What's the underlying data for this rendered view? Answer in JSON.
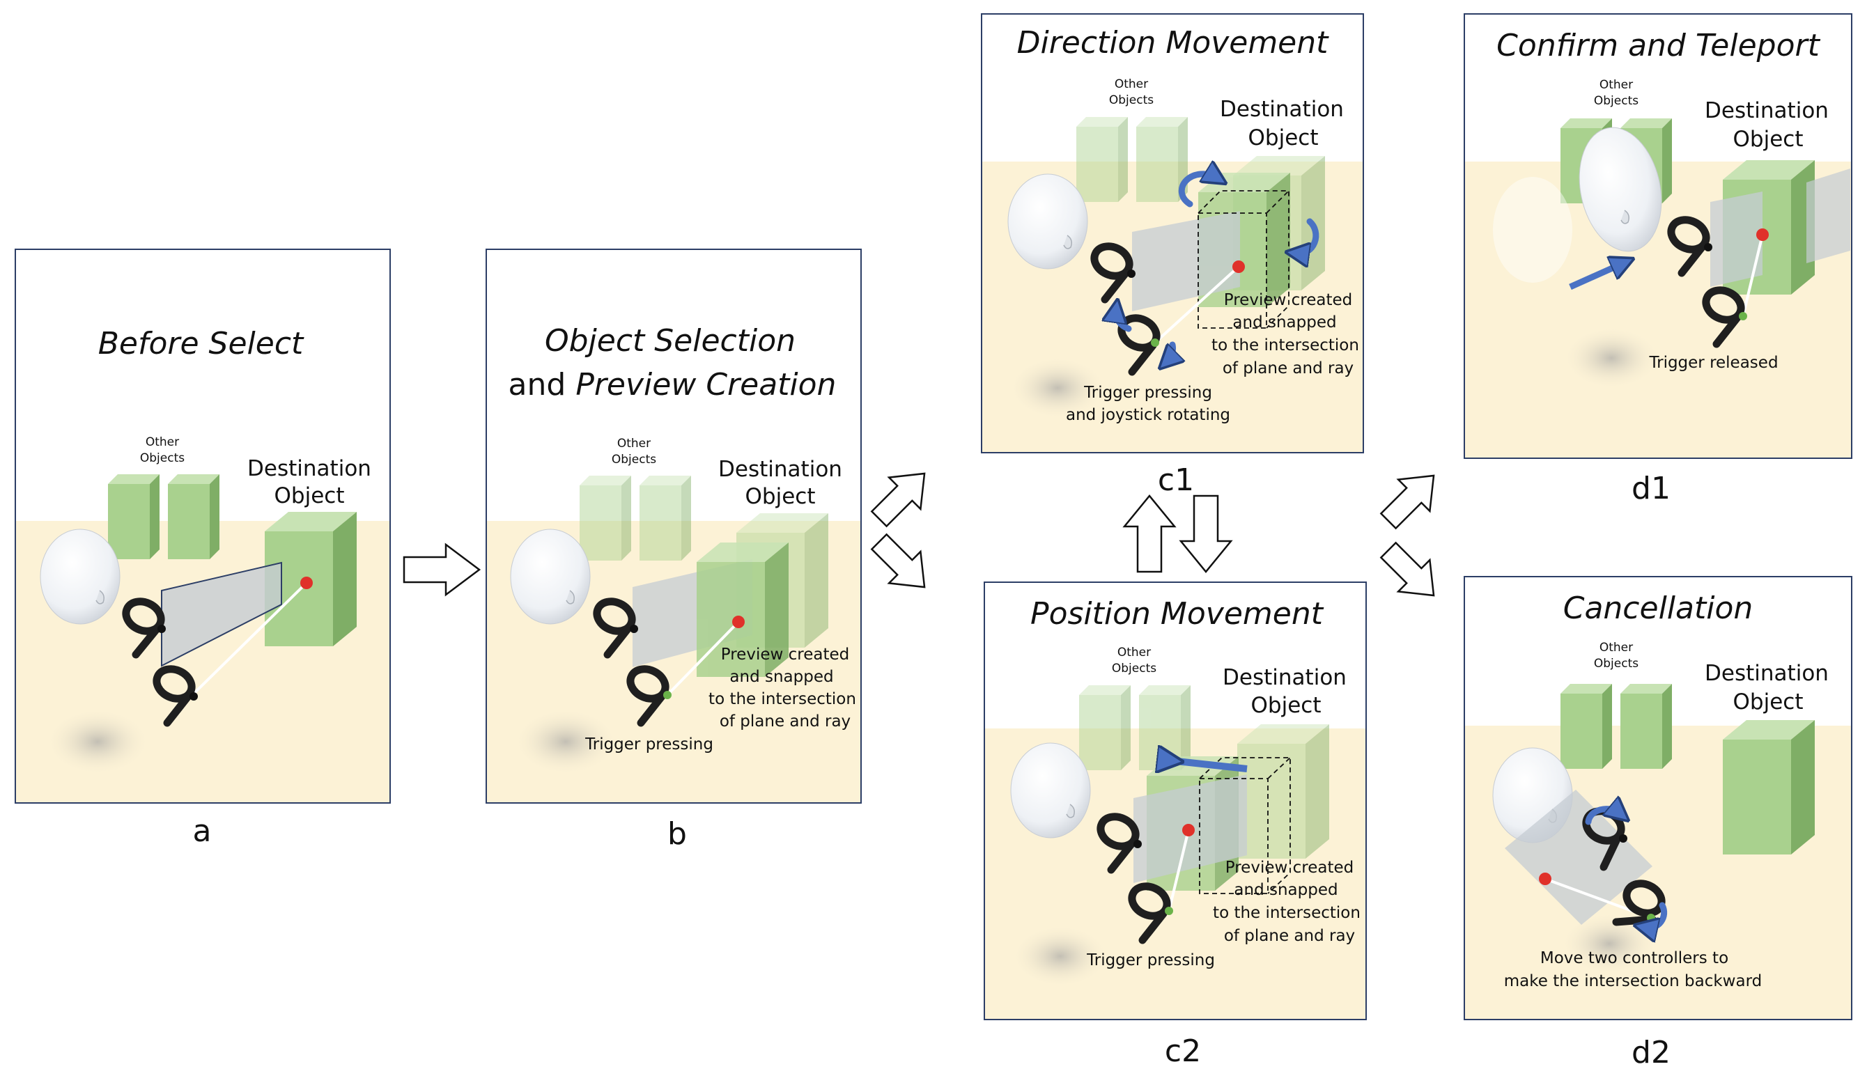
{
  "panels": {
    "a": {
      "title": "Before Select",
      "other_objects": [
        "Other",
        "Objects"
      ],
      "destination": [
        "Destination",
        "Object"
      ],
      "caption": [],
      "label": "a"
    },
    "b": {
      "title_line1": "Object Selection",
      "title_line2_plain": "and ",
      "title_line2_italic": "Preview Creation",
      "other_objects": [
        "Other",
        "Objects"
      ],
      "destination": [
        "Destination",
        "Object"
      ],
      "preview_text": [
        "Preview created",
        "and snapped",
        "to the intersection",
        "of plane and ray"
      ],
      "caption": [
        "Trigger pressing"
      ],
      "label": "b"
    },
    "c1": {
      "title": "Direction Movement",
      "other_objects": [
        "Other",
        "Objects"
      ],
      "destination": [
        "Destination",
        "Object"
      ],
      "preview_text": [
        "Preview created",
        "and snapped",
        "to the intersection",
        "of plane and ray"
      ],
      "caption": [
        "Trigger pressing",
        "and joystick rotating"
      ],
      "label": "c1"
    },
    "c2": {
      "title": "Position Movement",
      "other_objects": [
        "Other",
        "Objects"
      ],
      "destination": [
        "Destination",
        "Object"
      ],
      "preview_text": [
        "Preview created",
        "and snapped",
        "to the intersection",
        "of plane and ray"
      ],
      "caption": [
        "Trigger pressing"
      ],
      "label": "c2"
    },
    "d1": {
      "title": "Confirm and Teleport",
      "other_objects": [
        "Other",
        "Objects"
      ],
      "destination": [
        "Destination",
        "Object"
      ],
      "caption": [
        "Trigger released"
      ],
      "label": "d1"
    },
    "d2": {
      "title": "Cancellation",
      "other_objects": [
        "Other",
        "Objects"
      ],
      "destination": [
        "Destination",
        "Object"
      ],
      "caption": [
        "Move two controllers to",
        "make the intersection backward"
      ],
      "label": "d2"
    }
  },
  "colors": {
    "floor": "#fcf2d6",
    "box_front": "#a9d18e",
    "box_side": "#7fae66",
    "box_top": "#c8e3b4",
    "plane": "#b7bec6",
    "ray_dot": "#e0312a",
    "controller_dot": "#6bb34a",
    "rotate_arrow": "#4a72c4",
    "panel_border": "#2c3e66"
  }
}
